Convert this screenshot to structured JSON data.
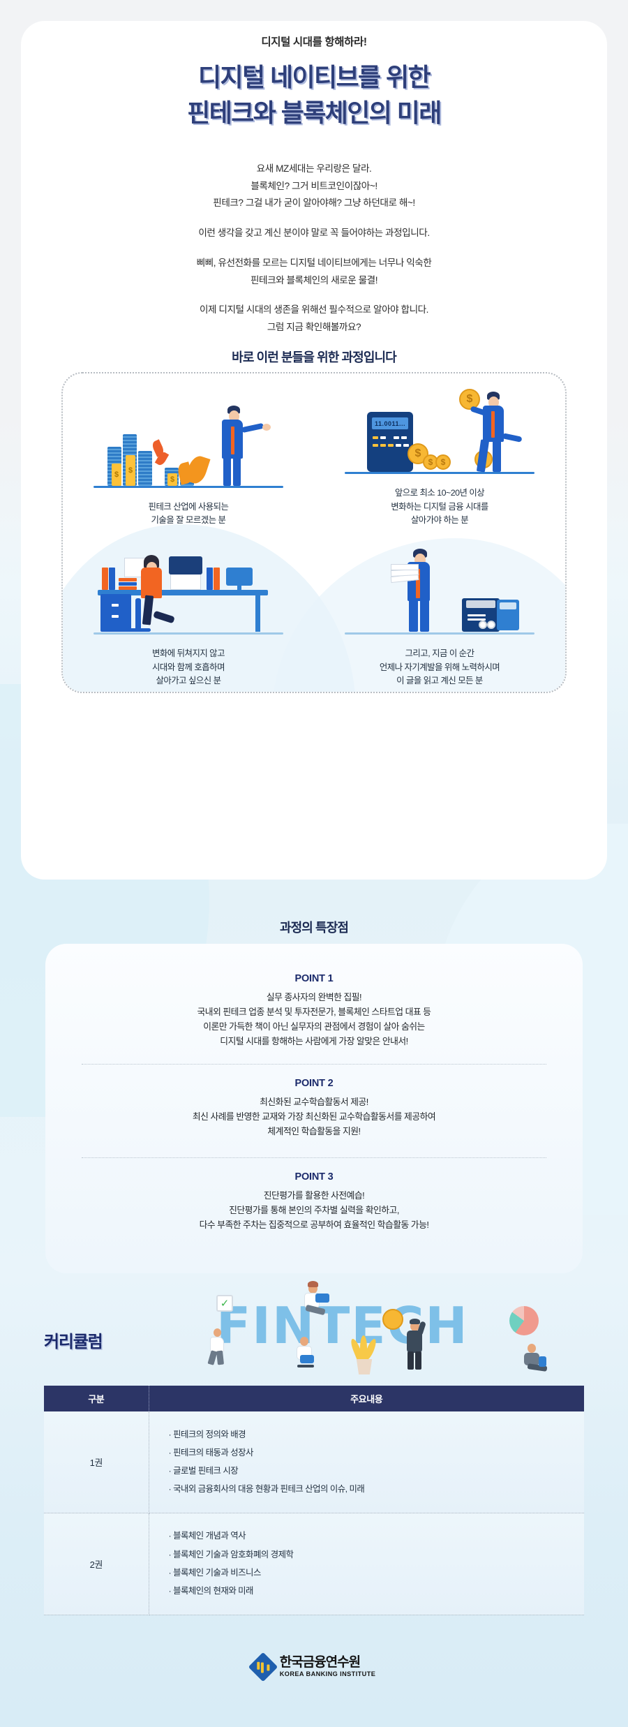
{
  "header": {
    "eyebrow": "디지털 시대를 항해하라!",
    "headline_line1": "디지털 네이티브를 위한",
    "headline_line2": "핀테크와 블록체인의 미래"
  },
  "intro": {
    "p1_l1": "요새 MZ세대는 우리랑은 달라.",
    "p1_l2": "블록체인? 그거 비트코인이잖아~!",
    "p1_l3": "핀테크? 그걸 내가 굳이 알아야해? 그냥 하던대로 해~!",
    "p2_l1": "이런 생각을 갖고 계신 분이야 말로 꼭 들어야하는 과정입니다.",
    "p3_l1": "삐삐, 유선전화를 모르는 디지털 네이티브에게는 너무나 익숙한",
    "p3_l2": "핀테크와 블록체인의 새로운 물결!",
    "p4_l1": "이제 디지털 시대의 생존을 위해선 필수적으로 알아야 합니다.",
    "p4_l2": "그럼 지금 확인해볼까요?"
  },
  "audience": {
    "title": "바로 이런 분들을 위한 과정입니다",
    "items": [
      {
        "art": "coins-and-pointing-man-illustration",
        "lines": [
          "핀테크 산업에 사용되는",
          "기술을 잘 모르겠는 분"
        ]
      },
      {
        "art": "calculator-coins-businessman-illustration",
        "lines": [
          "앞으로 최소 10~20년 이상",
          "변화하는 디지털 금융 시대를",
          "살아가야 하는 분"
        ]
      },
      {
        "art": "woman-at-desk-with-paperwork-illustration",
        "lines": [
          "변화에 뒤쳐지지 않고",
          "시대와 함께 호흡하며",
          "살아가고 싶으신 분"
        ]
      },
      {
        "art": "man-carrying-documents-illustration",
        "lines": [
          "그리고, 지금 이 순간",
          "언제나 자기계발을 위해 노력하시며",
          "이 글을 읽고 계신 모든 분"
        ]
      }
    ]
  },
  "points": {
    "title": "과정의 특장점",
    "items": [
      {
        "label": "POINT 1",
        "lines": [
          "실무 종사자의 완벽한 집필!",
          "국내외 핀테크 업종 분석 및 투자전문가, 블록체인 스타트업 대표 등",
          "이론만 가득한 책이 아닌 실무자의 관점에서 경험이 살아 숨쉬는",
          "디지털 시대를 항해하는 사람에게 가장 알맞은 안내서!"
        ]
      },
      {
        "label": "POINT 2",
        "lines": [
          "최신화된 교수학습활동서 제공!",
          "최신 사례를 반영한 교재와 가장 최신화된 교수학습활동서를 제공하여",
          "체계적인 학습활동을 지원!"
        ]
      },
      {
        "label": "POINT 3",
        "lines": [
          "진단평가를 활용한 사전예습!",
          "진단평가를 통해 본인의 주차별 실력을 확인하고,",
          "다수 부족한 주차는 집중적으로 공부하여 효율적인 학습활동 가능!"
        ]
      }
    ]
  },
  "curriculum": {
    "title": "커리큘럼",
    "decorative_word": "FINTECH",
    "columns": [
      "구분",
      "주요내용"
    ],
    "rows": [
      {
        "label": "1권",
        "items": [
          "핀테크의 정의와 배경",
          "핀테크의 태동과 성장사",
          "글로벌 핀테크 시장",
          "국내외 금융회사의 대응 현황과 핀테크 산업의 이슈, 미래"
        ]
      },
      {
        "label": "2권",
        "items": [
          "블록체인 개념과 역사",
          "블록체인 기술과 암호화폐의 경제학",
          "블록체인 기술과 비즈니스",
          "블록체인의 현재와 미래"
        ]
      }
    ]
  },
  "footer": {
    "logo_kr": "한국금융연수원",
    "logo_en": "KOREA BANKING INSTITUTE"
  }
}
